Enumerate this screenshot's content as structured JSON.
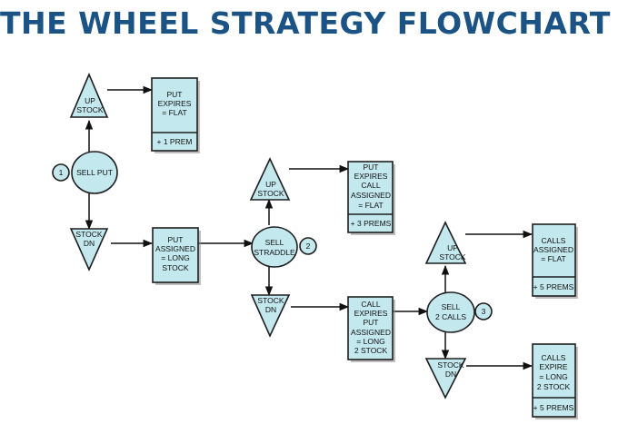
{
  "title": "THE WHEEL STRATEGY FLOWCHART",
  "colors": {
    "title": "#1c5385",
    "node_fill": "#c3e8ee",
    "stroke": "#1e1e1e"
  },
  "nodes": {
    "step1_badge": "1",
    "sell_put": [
      "SELL PUT"
    ],
    "up1": [
      "UP",
      "STOCK"
    ],
    "dn1": [
      "STOCK",
      "DN"
    ],
    "put_expires_flat": [
      "PUT",
      "EXPIRES",
      "= FLAT"
    ],
    "prem1": "+ 1 PREM",
    "put_assigned": [
      "PUT",
      "ASSIGNED",
      "= LONG",
      "STOCK"
    ],
    "step2_badge": "2",
    "sell_straddle": [
      "SELL",
      "STRADDLE"
    ],
    "up2": [
      "UP",
      "STOCK"
    ],
    "dn2": [
      "STOCK",
      "DN"
    ],
    "put_exp_call_assigned": [
      "PUT",
      "EXPIRES",
      "CALL",
      "ASSIGNED",
      "= FLAT"
    ],
    "prem3": "+ 3 PREMS",
    "call_exp_put_assigned": [
      "CALL",
      "EXPIRES",
      "PUT",
      "ASSIGNED",
      "= LONG",
      "2 STOCK"
    ],
    "step3_badge": "3",
    "sell_2calls": [
      "SELL",
      "2 CALLS"
    ],
    "up3": [
      "UP",
      "STOCK"
    ],
    "dn3": [
      "STOCK",
      "DN"
    ],
    "calls_assigned_flat": [
      "CALLS",
      "ASSIGNED",
      "= FLAT"
    ],
    "prem5a": "+ 5 PREMS",
    "calls_expire_long": [
      "CALLS",
      "EXPIRE",
      "= LONG",
      "2 STOCK"
    ],
    "prem5b": "+ 5 PREMS"
  }
}
